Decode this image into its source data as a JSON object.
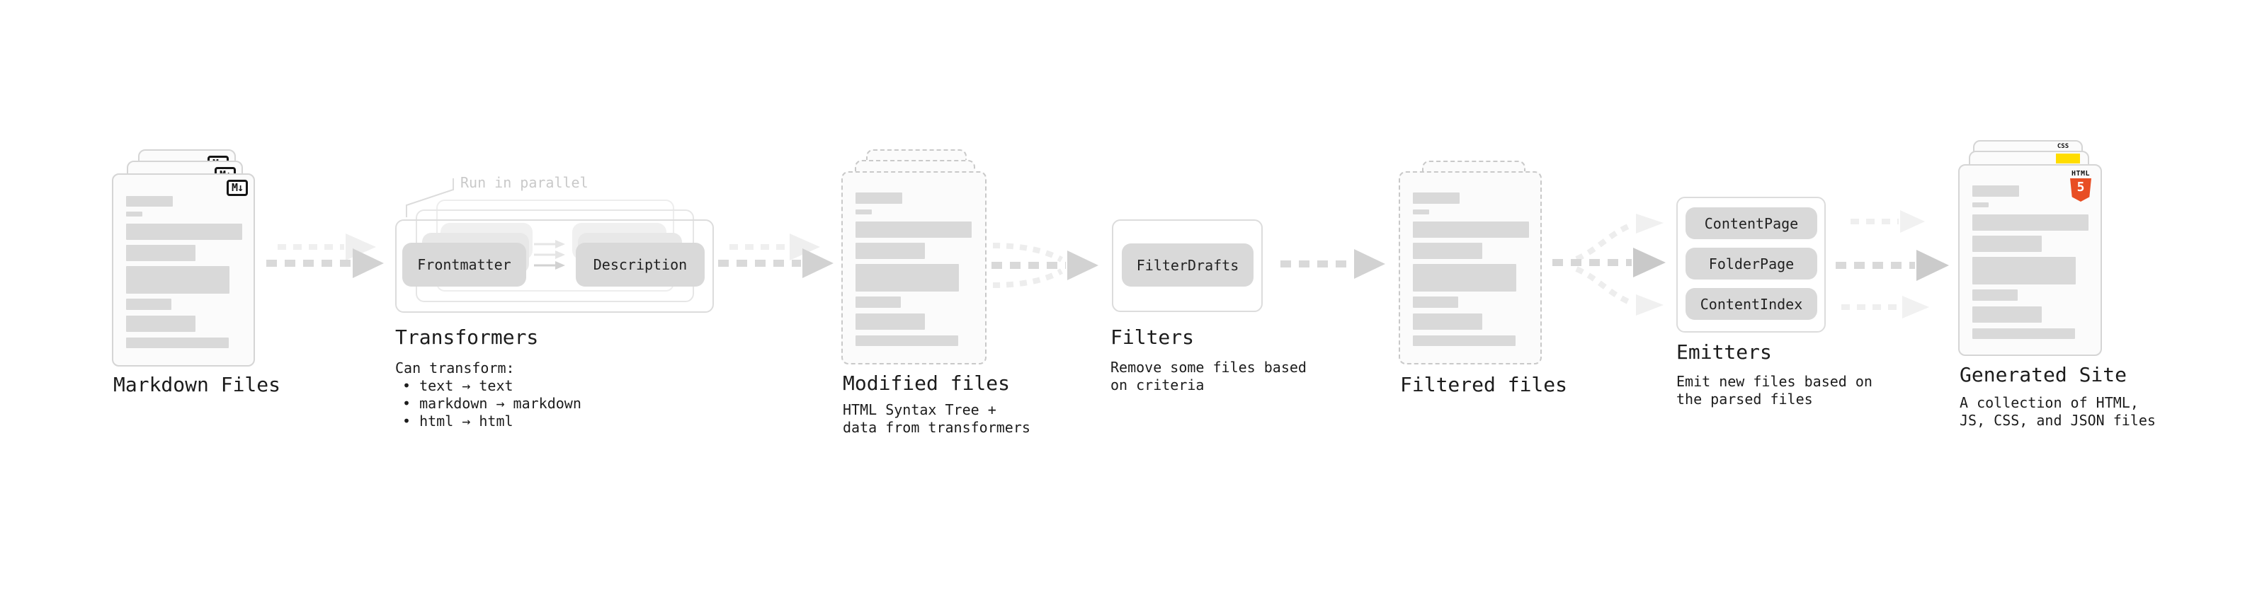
{
  "colors": {
    "skeleton_bar": "#d9d9d9",
    "card_border": "#d5d5d5",
    "dashed_border": "#c9c9c9",
    "pill_fill": "#d9d9d9",
    "text": "#1c1c1c",
    "muted_note": "#c9c9c9",
    "arrow_dark": "#d2d2d2",
    "arrow_faint": "#efefef",
    "html5_orange": "#e84e24",
    "js_yellow": "#ffdd00",
    "css_blue": "#2760e6"
  },
  "stages": {
    "markdown": {
      "label": "Markdown Files",
      "badge": "M↓"
    },
    "transformers": {
      "label": "Transformers",
      "note": "Run in parallel",
      "pill_left": "Frontmatter",
      "pill_right": "Description",
      "desc_title": "Can transform:",
      "bullets": [
        "• text → text",
        "• markdown → markdown",
        "• html → html"
      ]
    },
    "modified": {
      "label": "Modified files",
      "sub": [
        "HTML Syntax Tree +",
        "data from transformers"
      ]
    },
    "filters": {
      "label": "Filters",
      "pill": "FilterDrafts",
      "sub": [
        "Remove some files based",
        "on criteria"
      ]
    },
    "filtered": {
      "label": "Filtered files"
    },
    "emitters": {
      "label": "Emitters",
      "pills": [
        "ContentPage",
        "FolderPage",
        "ContentIndex"
      ],
      "sub": [
        "Emit new files based on",
        "the parsed files"
      ]
    },
    "generated": {
      "label": "Generated Site",
      "sub": [
        "A collection of HTML,",
        "JS, CSS, and JSON files"
      ],
      "html5_label": "HTML",
      "html5_number": "5",
      "css_label": "CSS"
    }
  }
}
